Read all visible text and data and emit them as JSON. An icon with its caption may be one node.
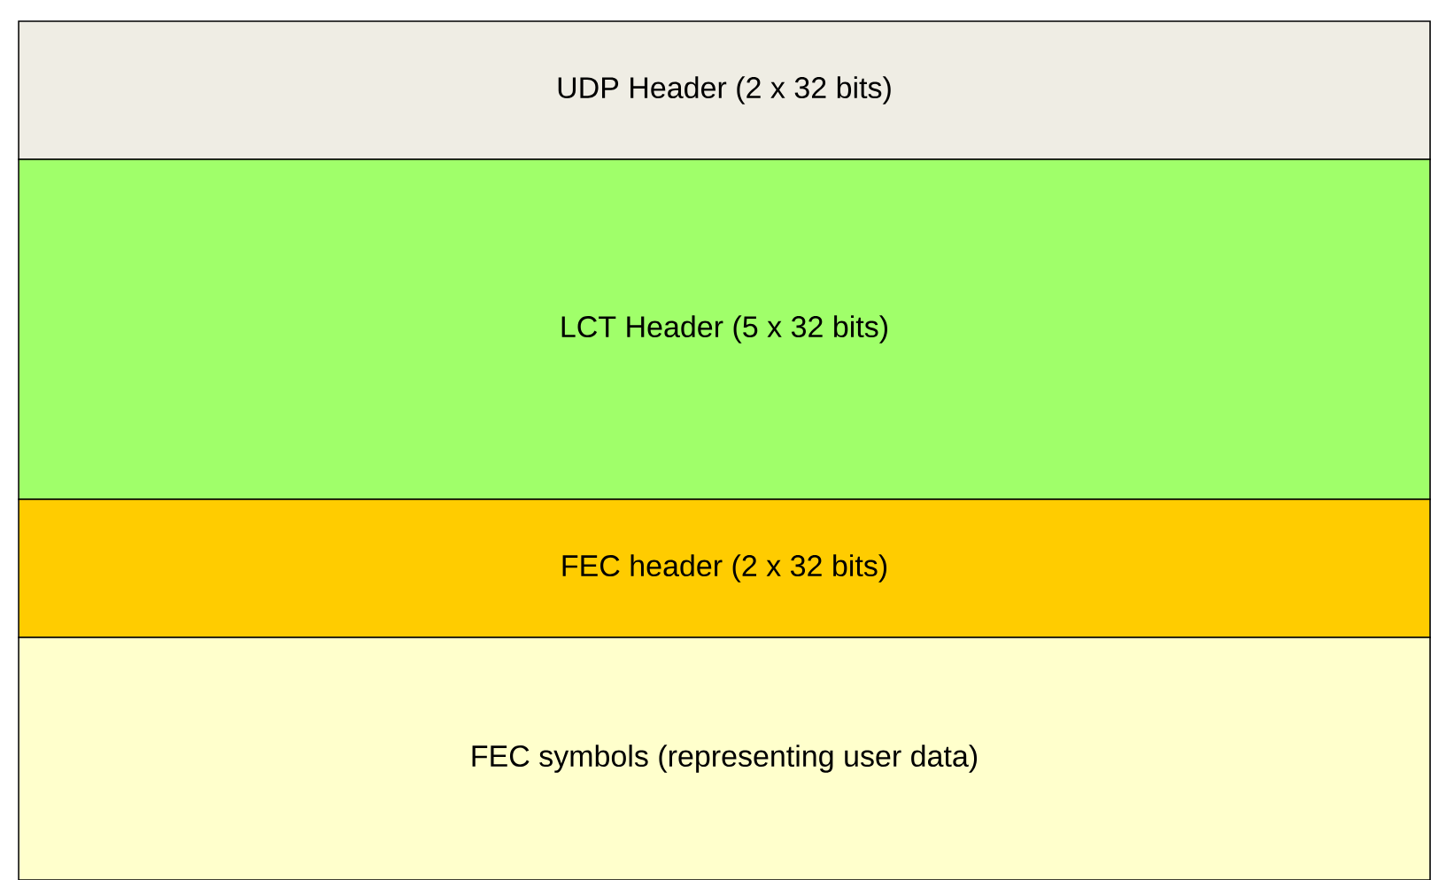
{
  "diagram": {
    "nodes": [
      {
        "text": [
          "UDP Header (2 x 32 bits)"
        ]
      },
      {
        "text": [
          "LCT Header (5 x 32 bits)"
        ]
      },
      {
        "text": [
          "FEC header (2 x 32 bits)"
        ]
      },
      {
        "text": [
          "FEC symbols (representing user data)"
        ]
      }
    ]
  }
}
